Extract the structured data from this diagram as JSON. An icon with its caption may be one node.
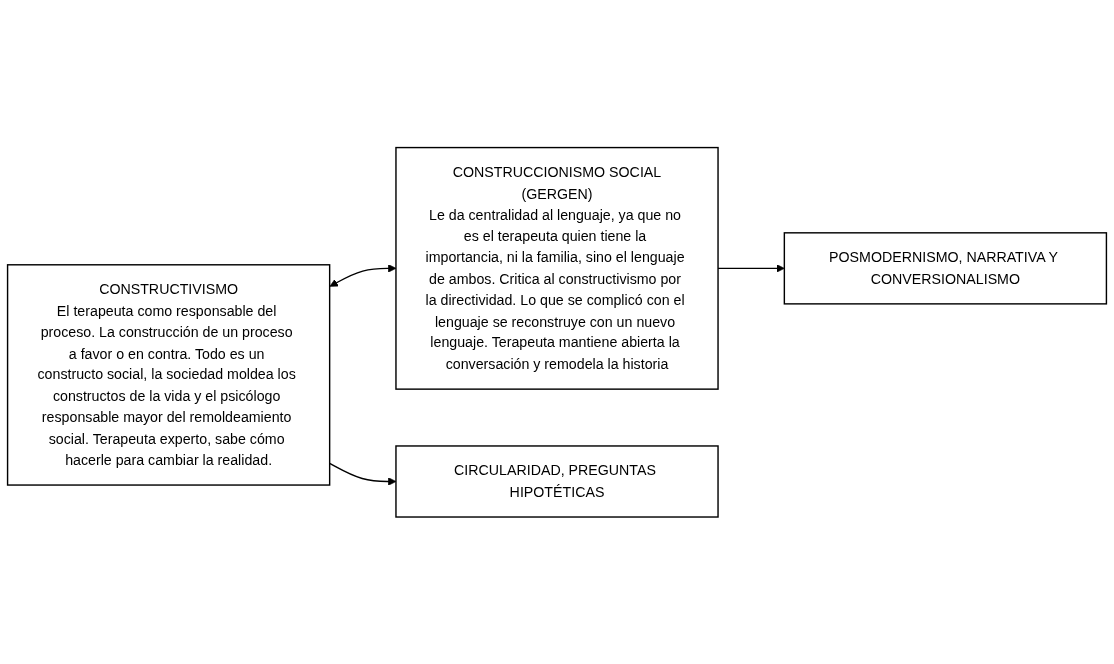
{
  "diagram": {
    "nodes": [
      {
        "text": [
          "CONSTRUCTIVISMO",
          "El terapeuta como responsable del proceso. La construcción de un proceso a favor o en contra. Todo es un constructo social, la sociedad moldea los constructos de la vida y el psicólogo responsable mayor del remoldeamiento social. Terapeuta experto, sabe cómo hacerle para cambiar la realidad."
        ]
      },
      {
        "text": [
          "CONSTRUCCIONISMO SOCIAL",
          "(GERGEN)",
          "Le da centralidad al lenguaje, ya que no es el terapeuta quien tiene la importancia, ni la familia, sino el lenguaje de ambos. Critica al constructivismo por la directividad. Lo que se complicó con el lenguaje se reconstruye con un nuevo lenguaje. Terapeuta mantiene abierta la conversación y remodela la historia"
        ]
      },
      {
        "text": [
          "CIRCULARIDAD, PREGUNTAS HIPOTÉTICAS"
        ]
      },
      {
        "text": [
          "POSMODERNISMO, NARRATIVA Y CONVERSIONALISMO"
        ]
      }
    ],
    "edges": [
      {
        "from": 0,
        "to": 1,
        "arrow": "both"
      },
      {
        "from": 0,
        "to": 2,
        "arrow": "to"
      },
      {
        "from": 1,
        "to": 3,
        "arrow": "to"
      }
    ]
  }
}
